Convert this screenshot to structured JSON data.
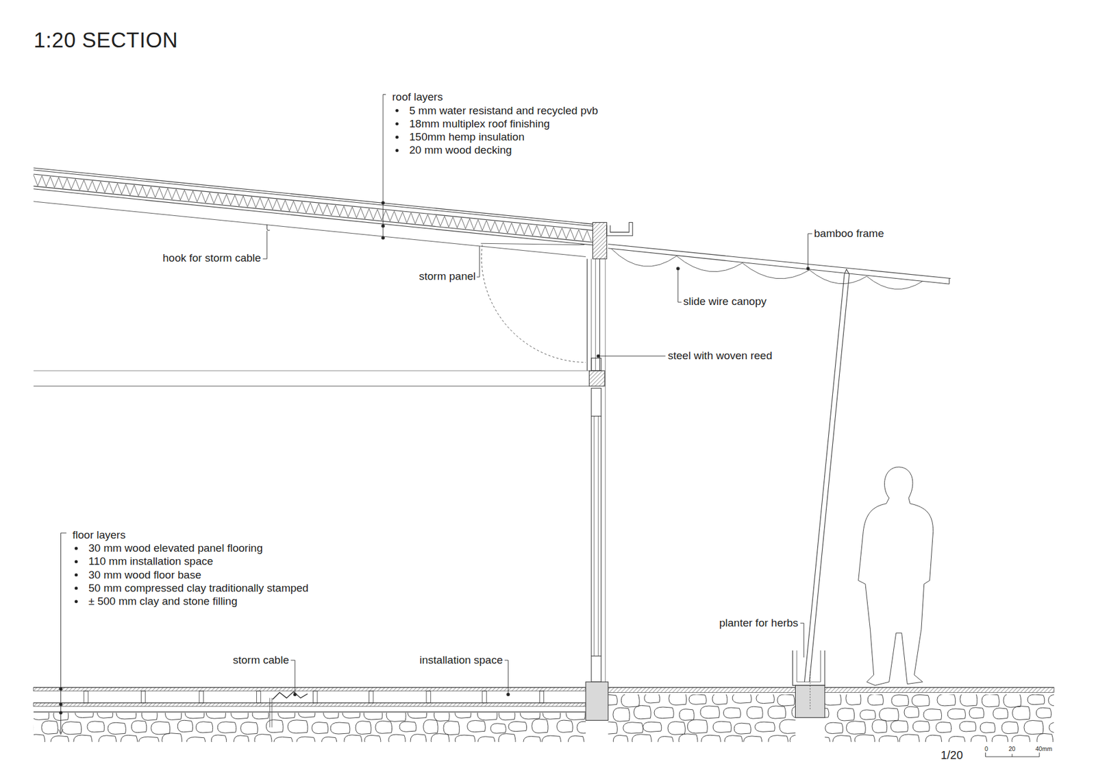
{
  "diagram": {
    "title": "1:20 SECTION",
    "labels": [
      "roof layers",
      "5 mm water resistand and recycled pvb",
      "18mm multiplex roof finishing",
      "150mm hemp insulation",
      "20 mm wood decking",
      "hook for storm cable",
      "storm panel",
      "bamboo frame",
      "slide wire canopy",
      "steel with woven reed",
      "floor layers",
      "30 mm wood elevated panel flooring",
      "110 mm installation space",
      "30 mm wood floor base",
      "50 mm compressed clay traditionally stamped",
      "± 500 mm clay and stone filling",
      "storm cable",
      "installation space",
      "planter for herbs",
      "1/20",
      "0",
      "20",
      "40mm"
    ]
  }
}
